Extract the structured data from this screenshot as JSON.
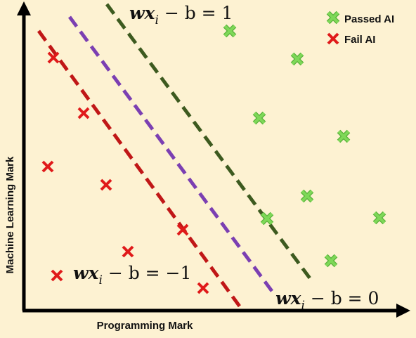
{
  "colors": {
    "background": "#fdf2d2",
    "axis": "#000000",
    "pass_marker": "#7ed858",
    "pass_marker_stroke": "#59b23a",
    "fail_marker": "#e01a1a",
    "line_positive": "#3d5a1f",
    "line_decision": "#7b3fb2",
    "line_negative": "#c01717"
  },
  "axes": {
    "x_label": "Programming Mark",
    "y_label": "Machine Learning Mark"
  },
  "legend": [
    {
      "label": "Passed AI",
      "marker": "pass-x-icon"
    },
    {
      "label": "Fail AI",
      "marker": "fail-x-icon"
    }
  ],
  "equations": {
    "positive": {
      "w": "w",
      "x": "x",
      "sub": "i",
      "rest": " − b = 1"
    },
    "decision": {
      "w": "w",
      "x": "x",
      "sub": "i",
      "rest": " − b = 0"
    },
    "negative": {
      "w": "w",
      "x": "x",
      "sub": "i",
      "rest": " − b = −1"
    }
  }
}
